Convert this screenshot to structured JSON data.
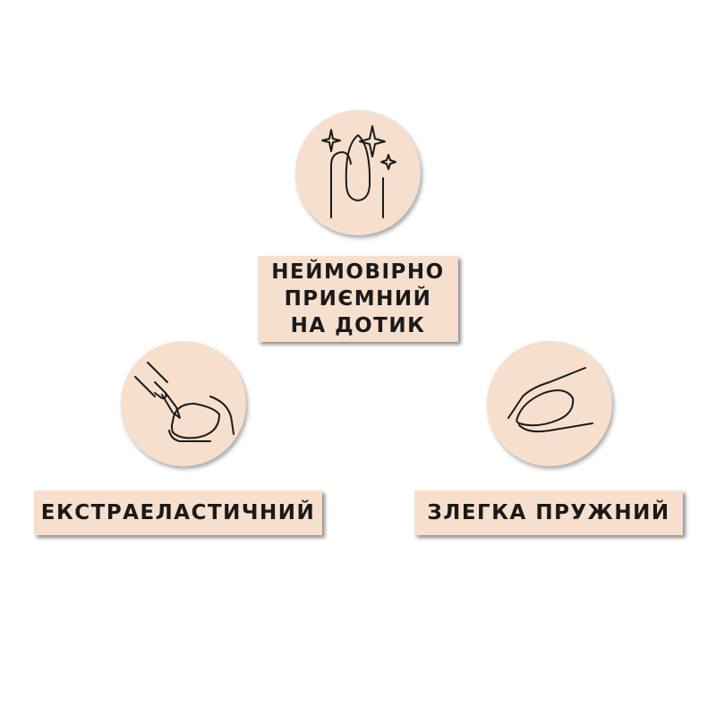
{
  "colors": {
    "badge_background": "#f7dfcd",
    "icon_stroke": "#1a1a1a",
    "page_background": "#ffffff"
  },
  "features": [
    {
      "icon": "shiny-nail-icon",
      "lines": [
        "НЕЙМОВІРНО",
        "ПРИЄМНИЙ",
        "НА  ДОТИК"
      ]
    },
    {
      "icon": "brush-applying-nail-icon",
      "lines": [
        "ЕКСТРАЕЛАСТИЧНИЙ"
      ]
    },
    {
      "icon": "flexible-nail-icon",
      "lines": [
        "ЗЛЕГКА  ПРУЖНИЙ"
      ]
    }
  ]
}
